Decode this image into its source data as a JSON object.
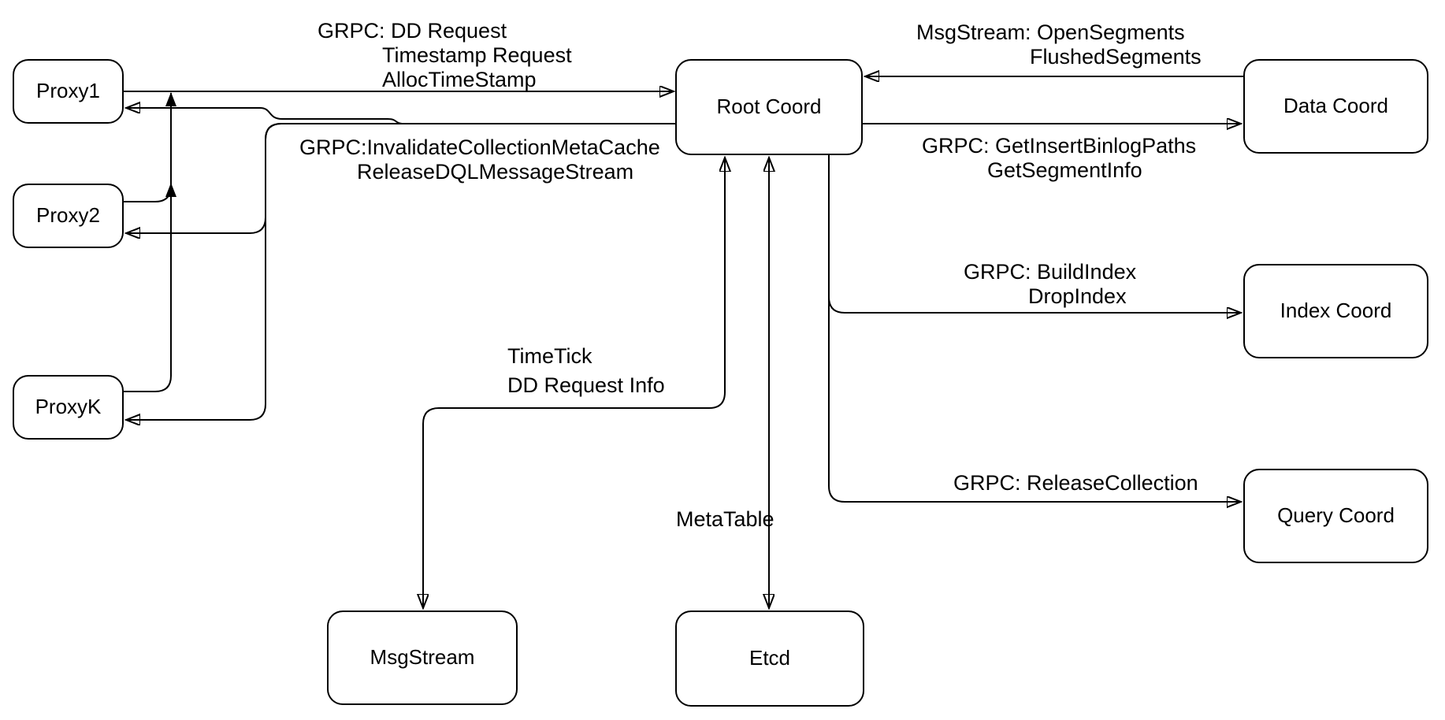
{
  "diagram": {
    "nodes": {
      "proxy1": {
        "label": "Proxy1"
      },
      "proxy2": {
        "label": "Proxy2"
      },
      "proxyk": {
        "label": "ProxyK"
      },
      "root_coord": {
        "label": "Root Coord"
      },
      "data_coord": {
        "label": "Data Coord"
      },
      "index_coord": {
        "label": "Index Coord"
      },
      "query_coord": {
        "label": "Query Coord"
      },
      "msgstream": {
        "label": "MsgStream"
      },
      "etcd": {
        "label": "Etcd"
      }
    },
    "edge_labels": {
      "proxy_to_root": {
        "line1": "GRPC: DD Request",
        "line2": "Timestamp Request",
        "line3": "AllocTimeStamp"
      },
      "root_to_proxies": {
        "line1": "GRPC:InvalidateCollectionMetaCache",
        "line2": "ReleaseDQLMessageStream"
      },
      "data_to_root": {
        "line1": "MsgStream: OpenSegments",
        "line2": "FlushedSegments"
      },
      "root_to_data": {
        "line1": "GRPC: GetInsertBinlogPaths",
        "line2": "GetSegmentInfo"
      },
      "root_to_index": {
        "line1": "GRPC: BuildIndex",
        "line2": "DropIndex"
      },
      "root_to_query": {
        "line1": "GRPC: ReleaseCollection"
      },
      "root_to_msgstream": {
        "line1": "TimeTick",
        "line2": "DD Request Info"
      },
      "root_to_etcd": {
        "line1": "MetaTable"
      }
    },
    "colors": {
      "stroke": "#000000",
      "node_fill": "#ffffff",
      "background": "#ffffff",
      "text": "#000000"
    }
  }
}
